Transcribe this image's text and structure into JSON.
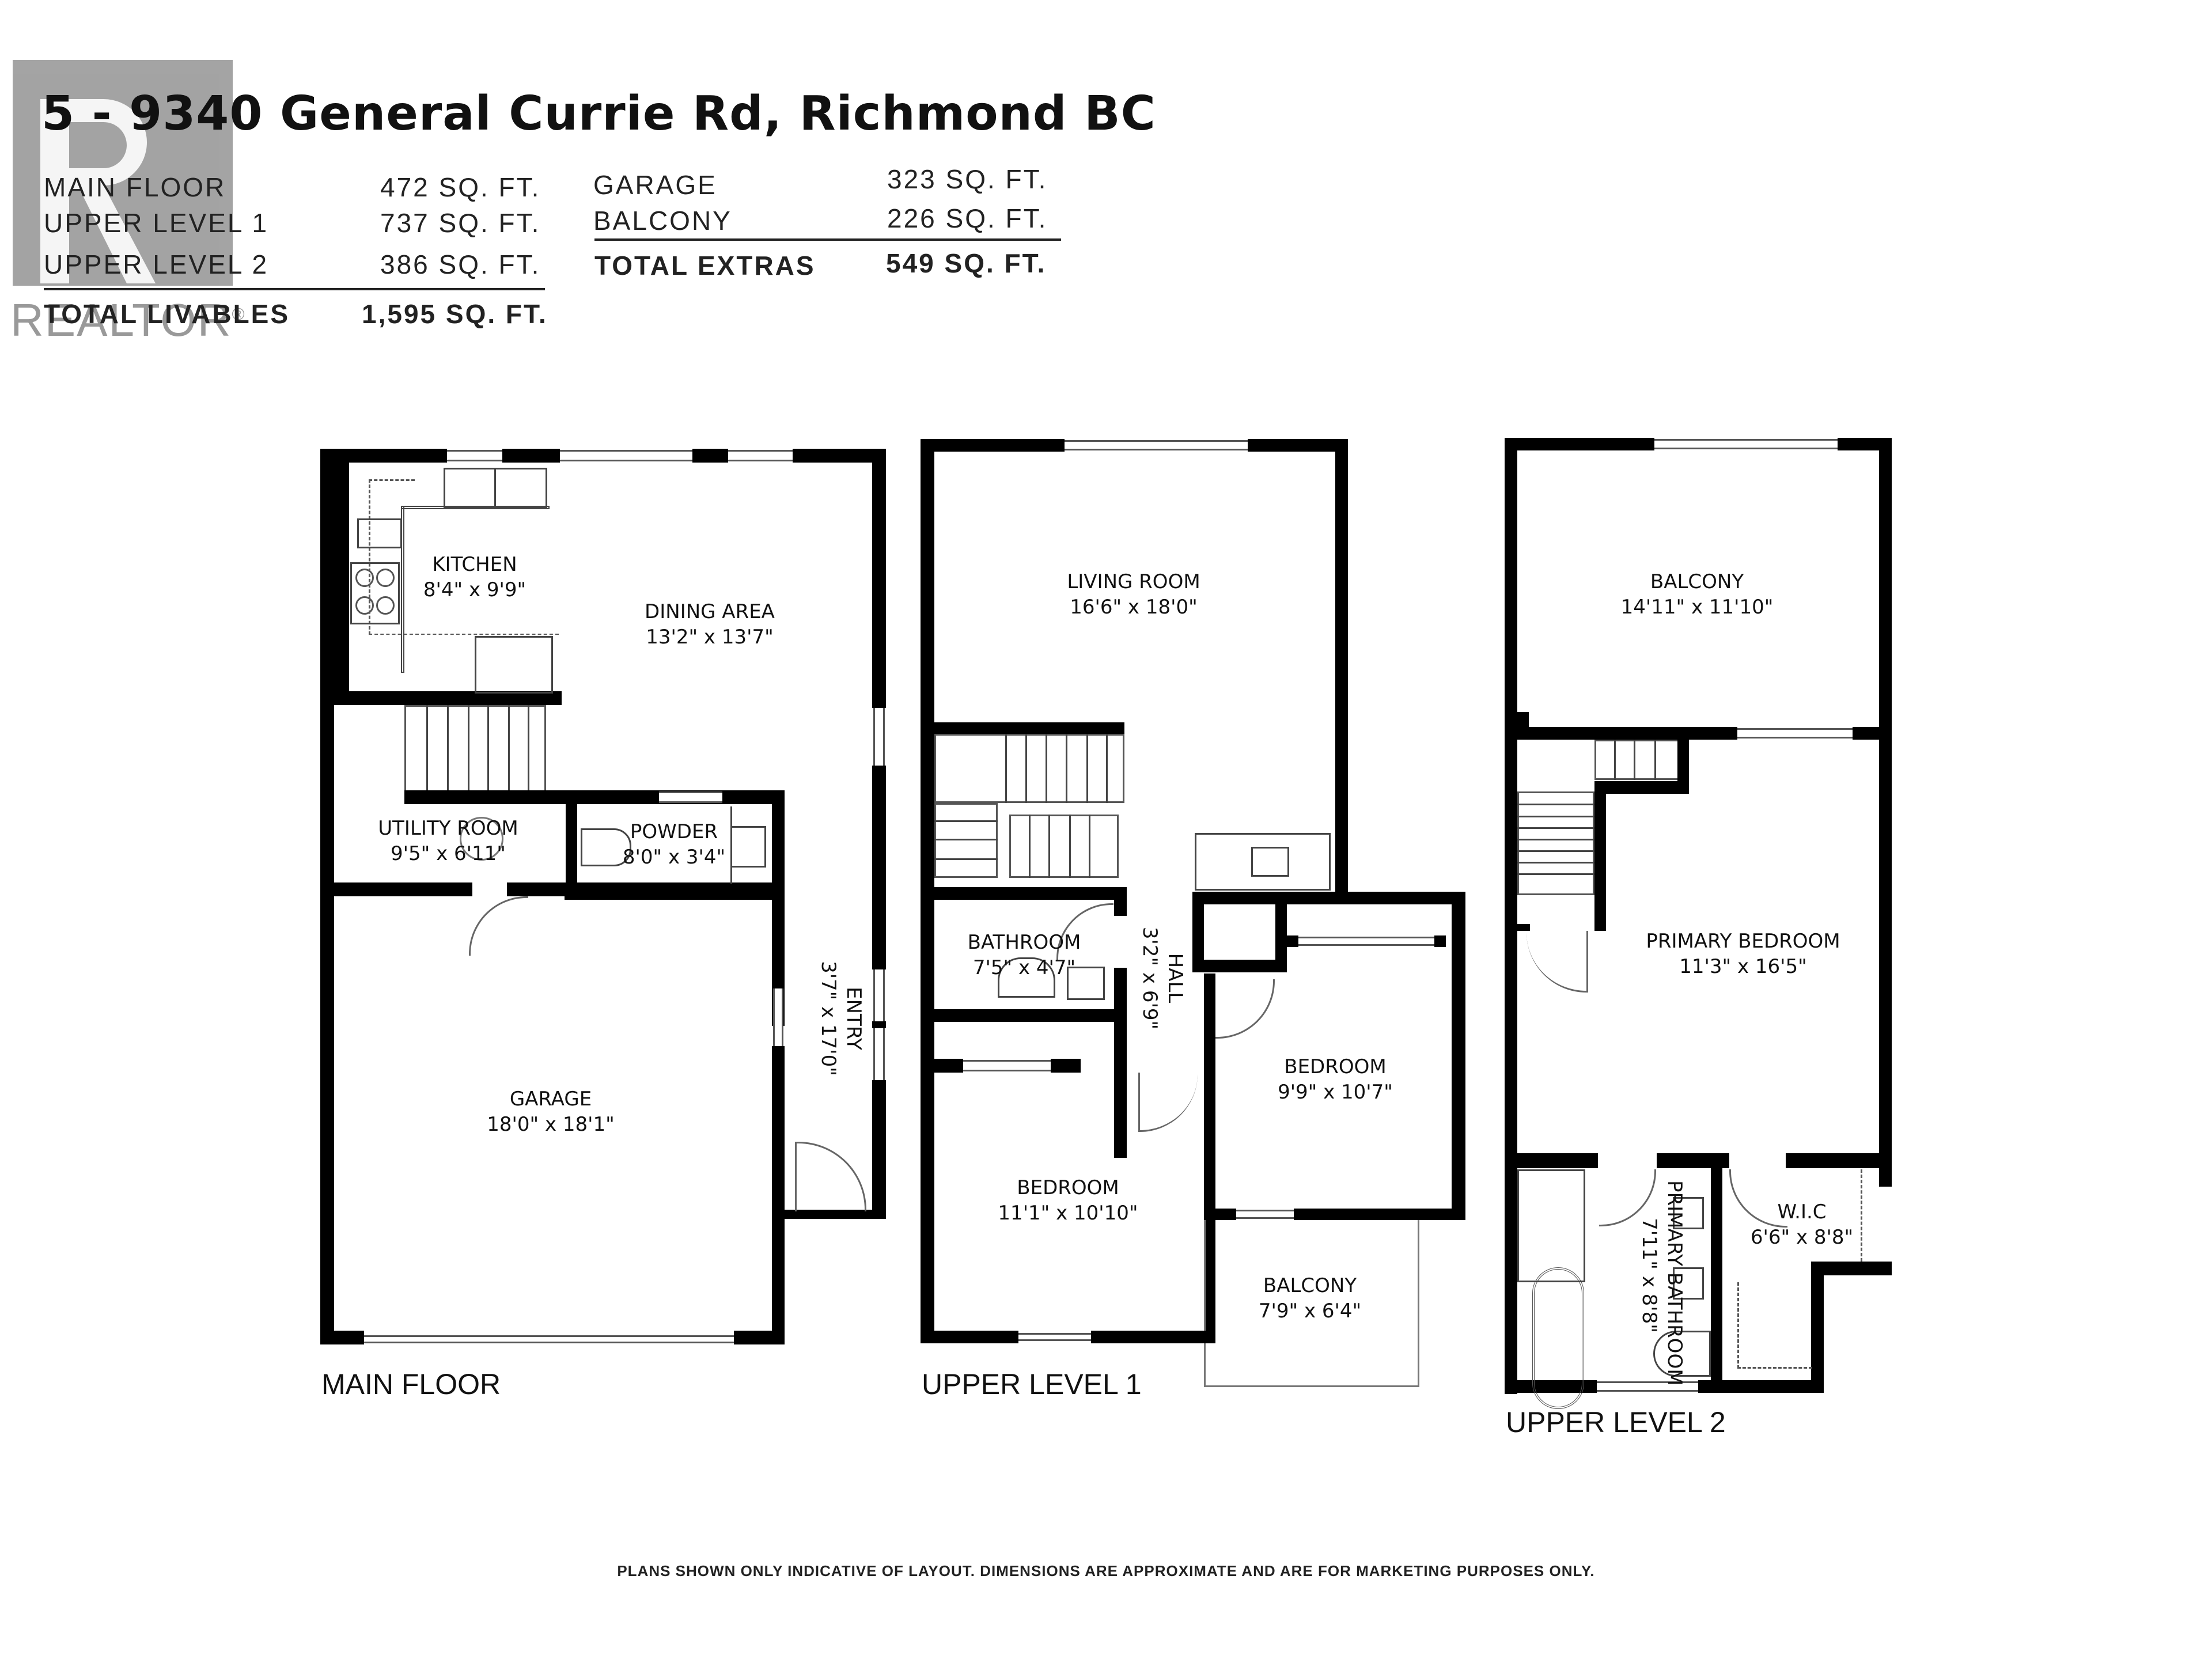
{
  "header": {
    "title": "5 - 9340 General Currie Rd, Richmond BC",
    "livable": [
      {
        "label": "MAIN FLOOR",
        "value": "472 SQ. FT."
      },
      {
        "label": "UPPER LEVEL 1",
        "value": "737 SQ. FT."
      },
      {
        "label": "UPPER LEVEL 2",
        "value": "386 SQ. FT."
      }
    ],
    "total_livable": {
      "label": "TOTAL LIVABLES",
      "value": "1,595 SQ. FT."
    },
    "extras": [
      {
        "label": "GARAGE",
        "value": "323 SQ. FT."
      },
      {
        "label": "BALCONY",
        "value": "226 SQ. FT."
      }
    ],
    "total_extras": {
      "label": "TOTAL EXTRAS",
      "value": "549 SQ. FT."
    }
  },
  "watermark": {
    "brand": "REALTOR",
    "mark": "®"
  },
  "floors": {
    "main": {
      "label": "MAIN FLOOR",
      "rooms": [
        {
          "name": "KITCHEN",
          "dims": "8'4\" x 9'9\""
        },
        {
          "name": "DINING AREA",
          "dims": "13'2\" x 13'7\""
        },
        {
          "name": "UTILITY ROOM",
          "dims": "9'5\" x 6'11\""
        },
        {
          "name": "POWDER",
          "dims": "8'0\" x 3'4\""
        },
        {
          "name": "ENTRY",
          "dims": "3'7\" x 17'0\""
        },
        {
          "name": "GARAGE",
          "dims": "18'0\" x 18'1\""
        }
      ]
    },
    "upper1": {
      "label": "UPPER LEVEL 1",
      "rooms": [
        {
          "name": "LIVING ROOM",
          "dims": "16'6\" x 18'0\""
        },
        {
          "name": "BATHROOM",
          "dims": "7'5\" x 4'7\""
        },
        {
          "name": "HALL",
          "dims": "3'2\" x 6'9\""
        },
        {
          "name": "BEDROOM",
          "dims": "9'9\" x 10'7\""
        },
        {
          "name": "BEDROOM",
          "dims": "11'1\" x 10'10\""
        },
        {
          "name": "BALCONY",
          "dims": "7'9\" x 6'4\""
        }
      ]
    },
    "upper2": {
      "label": "UPPER LEVEL 2",
      "rooms": [
        {
          "name": "BALCONY",
          "dims": "14'11\" x 11'10\""
        },
        {
          "name": "PRIMARY BEDROOM",
          "dims": "11'3\" x 16'5\""
        },
        {
          "name": "PRIMARY BATHROOM",
          "dims": "7'11\" x 8'8\""
        },
        {
          "name": "W.I.C",
          "dims": "6'6\" x 8'8\""
        }
      ]
    }
  },
  "footer": {
    "disclaimer": "PLANS SHOWN ONLY INDICATIVE OF LAYOUT. DIMENSIONS ARE APPROXIMATE AND ARE FOR MARKETING PURPOSES ONLY."
  }
}
